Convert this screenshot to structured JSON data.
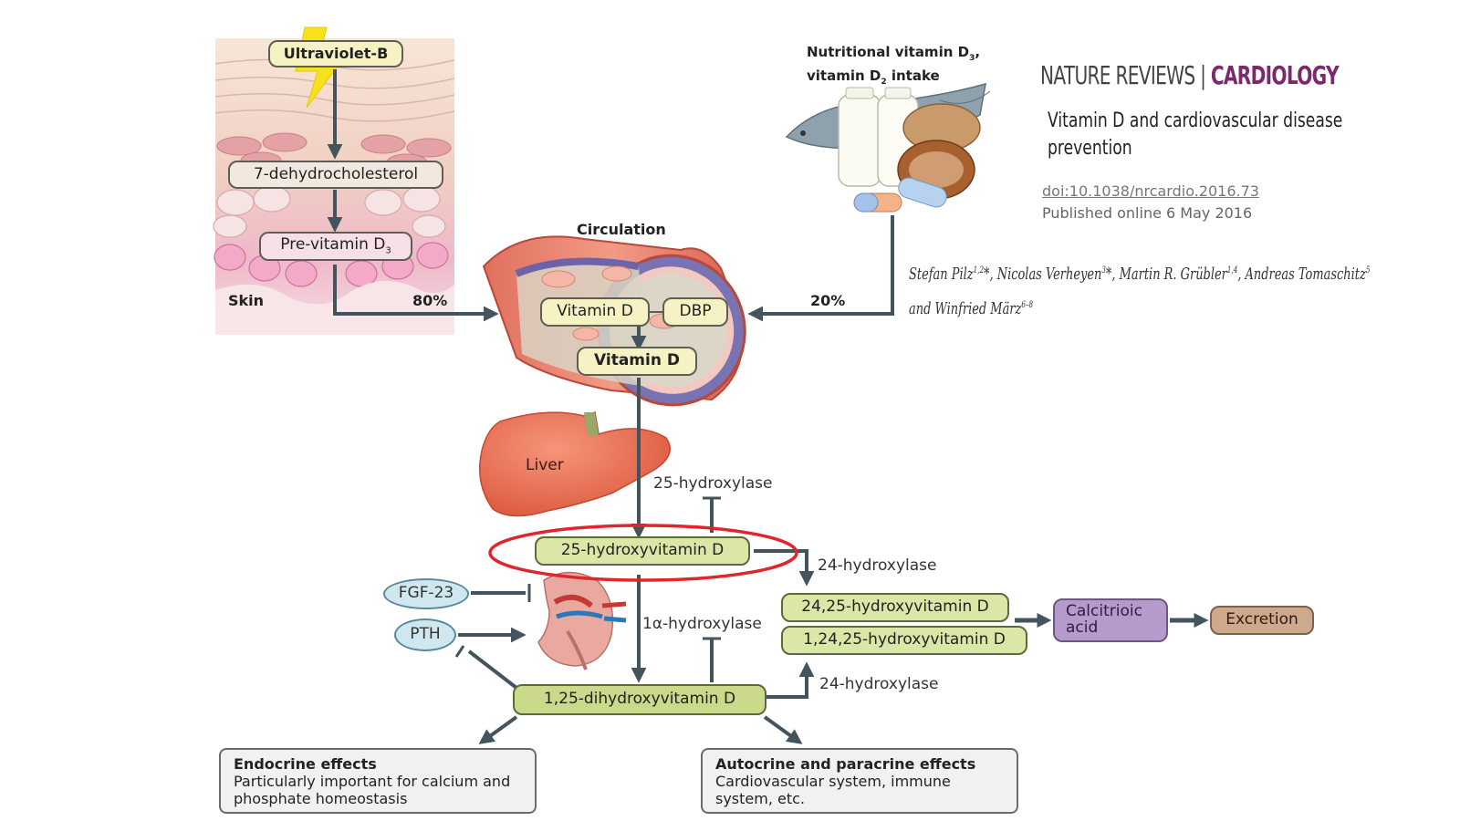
{
  "skin": {
    "uvb": "Ultraviolet-B",
    "dehydro": "7-dehydrocholesterol",
    "previtamin": "Pre-vitamin D",
    "previtamin_sub": "3",
    "skin_label": "Skin",
    "skin_percent": "80%"
  },
  "intake": {
    "line1": "Nutritional vitamin D",
    "line1_sub": "3",
    "line1_end": ",",
    "line2": "vitamin D",
    "line2_sub": "2",
    "line2_end": " intake",
    "percent": "20%"
  },
  "circulation": {
    "title": "Circulation",
    "vitd": "Vitamin D",
    "dbp": "DBP",
    "vitd_free": "Vitamin D"
  },
  "liver": {
    "label": "Liver",
    "enzyme": "25-hydroxylase"
  },
  "metabolites": {
    "hydroxy25": "25-hydroxyvitamin D",
    "enzyme24_top": "24-hydroxylase",
    "hydroxy2425": "24,25-hydroxyvitamin D",
    "hydroxy12425": "1,24,25-hydroxyvitamin D",
    "enzyme24_bottom": "24-hydroxylase",
    "calcitroic": "Calcitrioic acid",
    "excretion": "Excretion",
    "enzyme1a": "1α-hydroxylase",
    "dihydroxy": "1,25-dihydroxyvitamin D"
  },
  "regulators": {
    "fgf23": "FGF-23",
    "pth": "PTH"
  },
  "effects": {
    "endocrine_title": "Endocrine effects",
    "endocrine_text": "Particularly important for calcium and phosphate homeostasis",
    "auto_title": "Autocrine and paracrine effects",
    "auto_text": "Cardiovascular system, immune system, etc."
  },
  "citation": {
    "journal_left": "NATURE REVIEWS",
    "journal_right": "CARDIOLOGY",
    "title": "Vitamin D and cardiovascular disease prevention",
    "doi": "doi:10.1038/nrcardio.2016.73",
    "published": "Published online 6 May 2016",
    "authors_line1": "Stefan Pilz",
    "authors_sup1": "1,2",
    "authors_line1b": "*, Nicolas Verheyen",
    "authors_sup2": "3",
    "authors_line1c": "*, Martin R. Grübler",
    "authors_sup3": "1,4",
    "authors_line1d": ", Andreas Tomaschitz",
    "authors_sup4": "5",
    "authors_line2": "and Winfried März",
    "authors_sup5": "6–8"
  },
  "colors": {
    "arrow": "#44545c",
    "highlight": "#e0262b",
    "journal_accent": "#7a2a6b"
  }
}
